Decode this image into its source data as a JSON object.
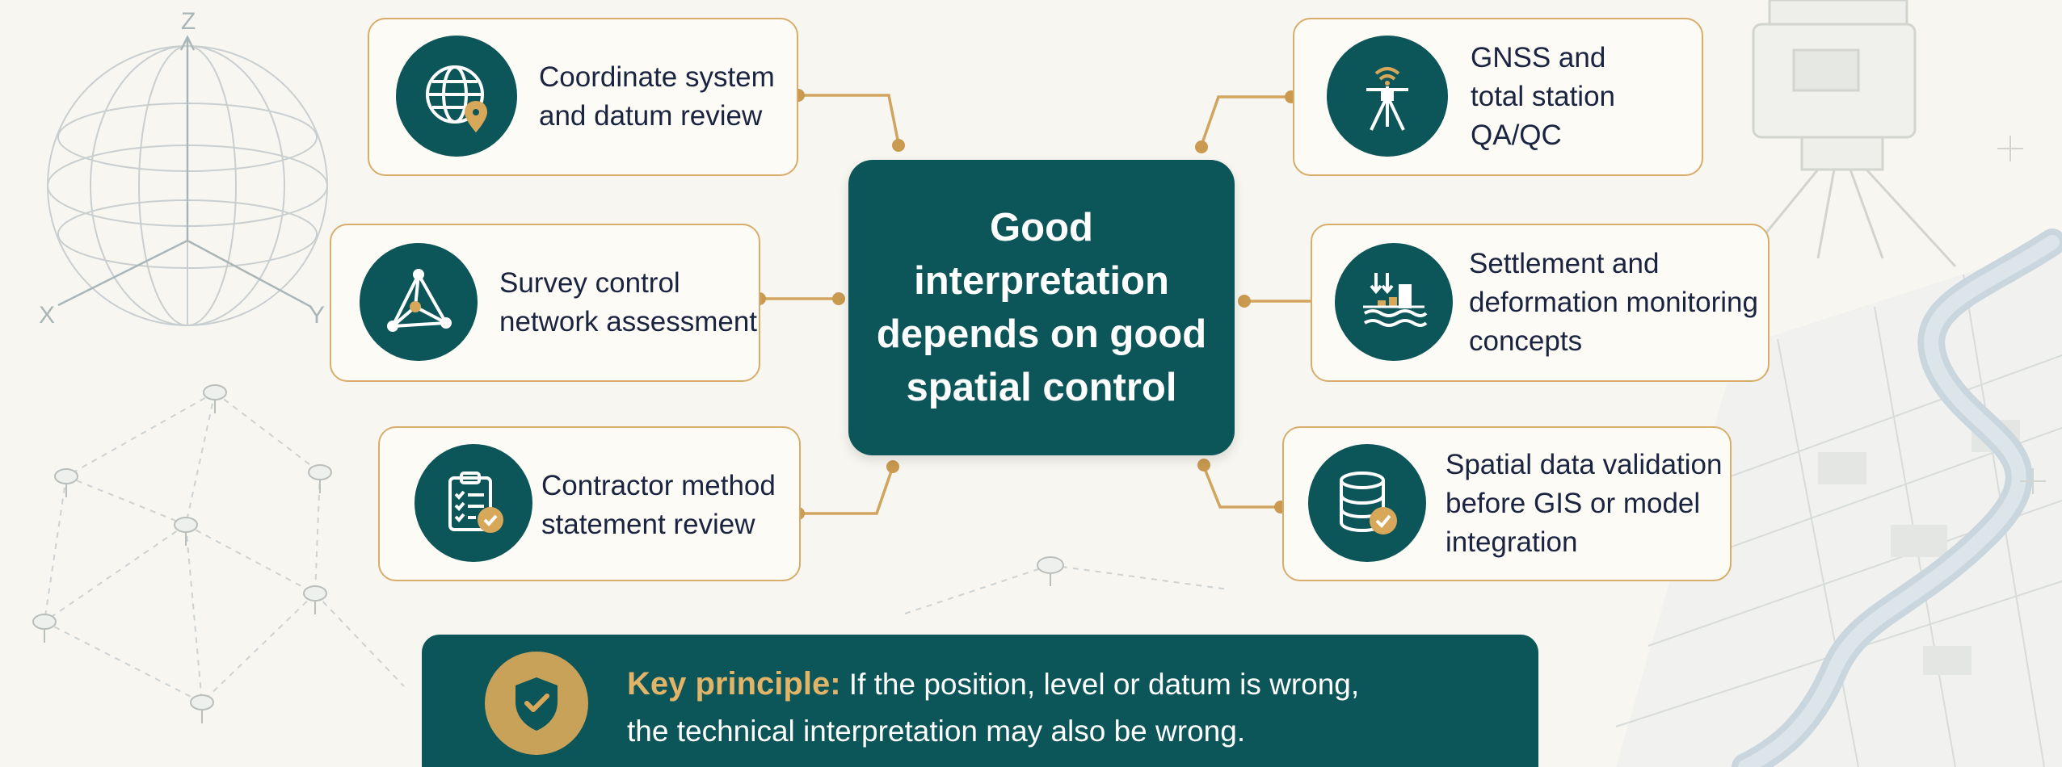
{
  "center": {
    "lines": [
      "Good",
      "interpretation",
      "depends on good",
      "spatial control"
    ]
  },
  "cards": {
    "coordinate": {
      "lines": [
        "Coordinate system",
        "and datum review"
      ],
      "icon": "globe-location-icon"
    },
    "survey": {
      "lines": [
        "Survey control",
        "network assessment"
      ],
      "icon": "triangle-network-icon"
    },
    "contractor": {
      "lines": [
        "Contractor method",
        "statement review"
      ],
      "icon": "clipboard-check-icon"
    },
    "gnss": {
      "lines": [
        "GNSS and",
        "total station",
        "QA/QC"
      ],
      "icon": "gnss-tripod-icon"
    },
    "settlement": {
      "lines": [
        "Settlement and",
        "deformation monitoring",
        "concepts"
      ],
      "icon": "settlement-chart-icon"
    },
    "spatial": {
      "lines": [
        "Spatial data validation",
        "before GIS or model",
        "integration"
      ],
      "icon": "database-check-icon"
    }
  },
  "key_principle": {
    "label": "Key principle:",
    "line1": "If the position, level or datum is wrong,",
    "line2": "the technical interpretation may also be wrong.",
    "icon": "shield-check-icon"
  },
  "axes": {
    "z": "Z",
    "x": "X",
    "y": "Y"
  },
  "colors": {
    "teal": "#0c5558",
    "gold": "#d8ad6c",
    "text": "#1a2340",
    "background": "#f8f6f0"
  }
}
